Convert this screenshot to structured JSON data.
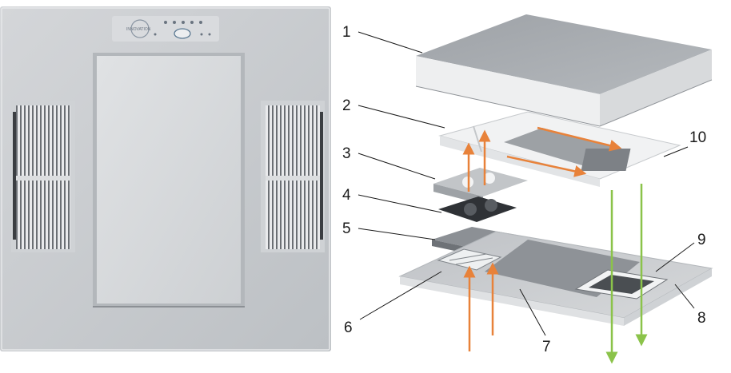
{
  "photo": {
    "brand_text": "INNOVATION",
    "panel_color": "#c9ccd0",
    "center_panel_color": "#d9dbde"
  },
  "diagram": {
    "callouts": [
      {
        "id": "1",
        "label": "1"
      },
      {
        "id": "2",
        "label": "2"
      },
      {
        "id": "3",
        "label": "3"
      },
      {
        "id": "4",
        "label": "4"
      },
      {
        "id": "5",
        "label": "5"
      },
      {
        "id": "6",
        "label": "6"
      },
      {
        "id": "7",
        "label": "7"
      },
      {
        "id": "8",
        "label": "8"
      },
      {
        "id": "9",
        "label": "9"
      },
      {
        "id": "10",
        "label": "10"
      }
    ],
    "colors": {
      "intake_arrow": "#e8823a",
      "exhaust_arrow": "#8bc34a",
      "housing": "#a9adb2",
      "line": "#1a1a1a"
    }
  }
}
